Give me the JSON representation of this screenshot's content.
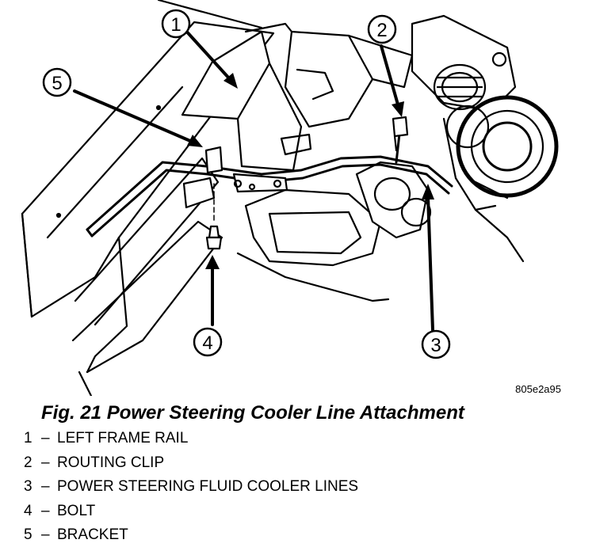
{
  "figure": {
    "ref_code": "805e2a95",
    "caption": "Fig. 21 Power Steering Cooler Line Attachment",
    "callouts": [
      "1",
      "2",
      "3",
      "4",
      "5"
    ]
  },
  "legend": [
    {
      "num": "1",
      "dash": "–",
      "label": "LEFT FRAME RAIL"
    },
    {
      "num": "2",
      "dash": "–",
      "label": "ROUTING CLIP"
    },
    {
      "num": "3",
      "dash": "–",
      "label": "POWER STEERING FLUID COOLER LINES"
    },
    {
      "num": "4",
      "dash": "–",
      "label": "BOLT"
    },
    {
      "num": "5",
      "dash": "–",
      "label": "BRACKET"
    }
  ]
}
